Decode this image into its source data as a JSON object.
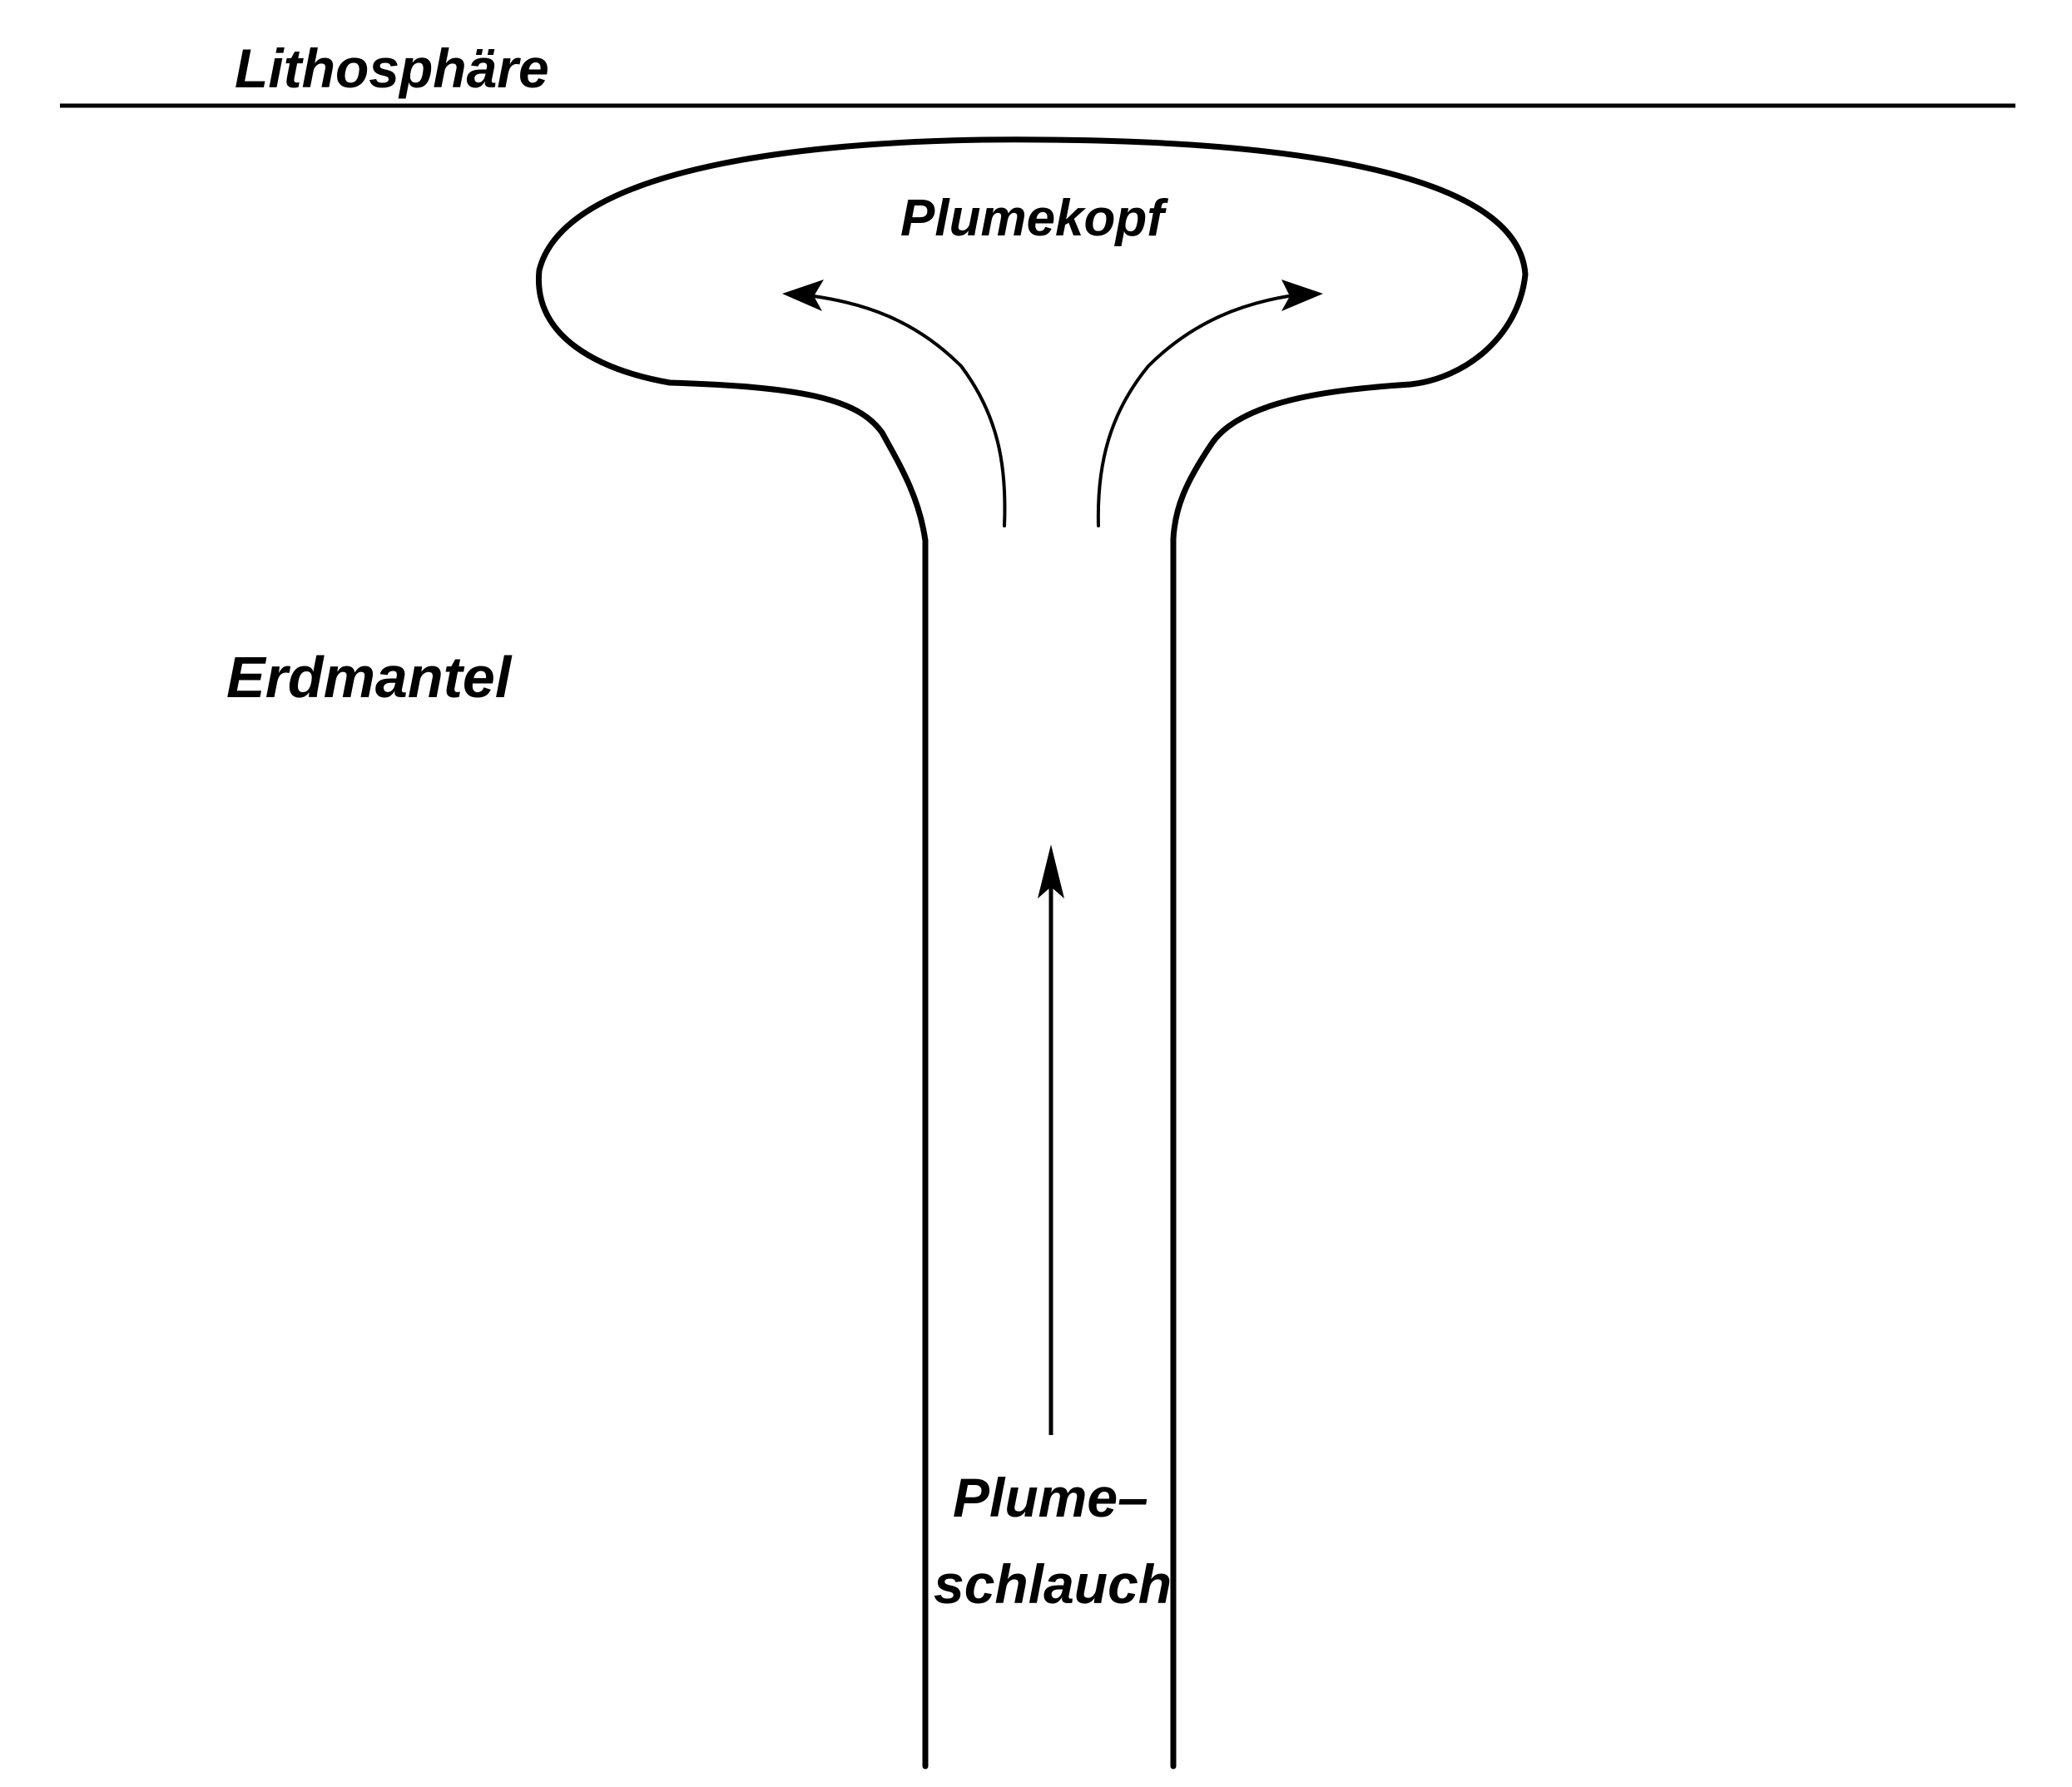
{
  "labels": {
    "lithosphere": "Lithosphäre",
    "mantle": "Erdmantel",
    "plume_head": "Plumekopf",
    "plume_tail_line1": "Plume–",
    "plume_tail_line2": "schlauch"
  },
  "colors": {
    "background": "#ffffff",
    "ink": "#000000"
  }
}
